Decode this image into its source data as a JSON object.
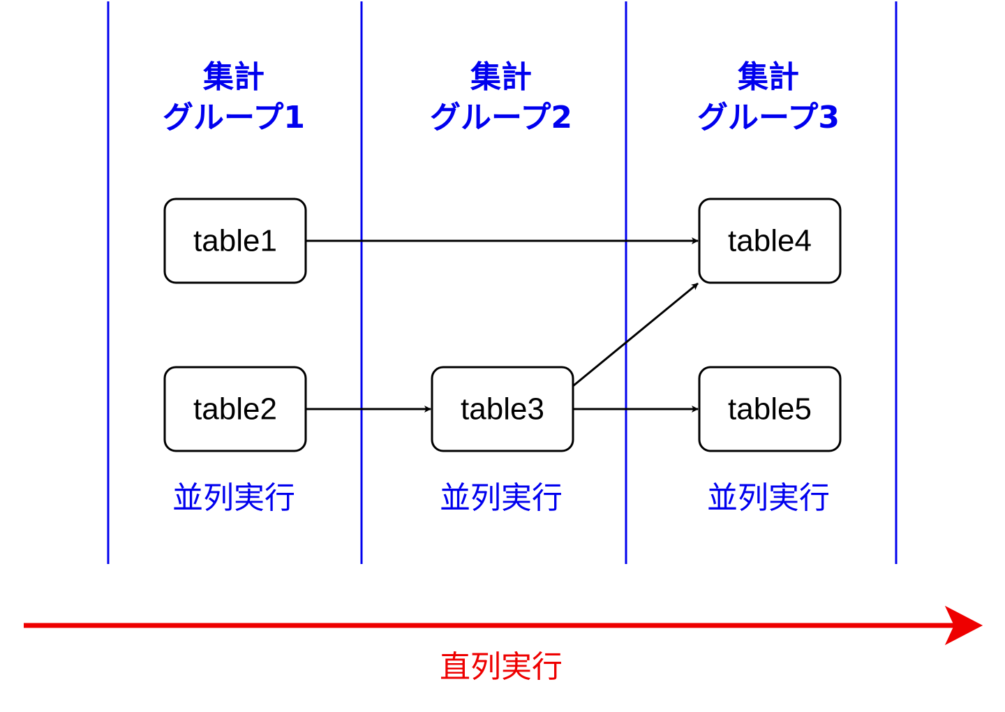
{
  "groups": [
    {
      "title_line1": "集計",
      "title_line2": "グループ1",
      "parallel_label": "並列実行"
    },
    {
      "title_line1": "集計",
      "title_line2": "グループ2",
      "parallel_label": "並列実行"
    },
    {
      "title_line1": "集計",
      "title_line2": "グループ3",
      "parallel_label": "並列実行"
    }
  ],
  "tables": [
    {
      "id": "table1",
      "label": "table1"
    },
    {
      "id": "table2",
      "label": "table2"
    },
    {
      "id": "table3",
      "label": "table3"
    },
    {
      "id": "table4",
      "label": "table4"
    },
    {
      "id": "table5",
      "label": "table5"
    }
  ],
  "edges": [
    {
      "from": "table1",
      "to": "table4"
    },
    {
      "from": "table2",
      "to": "table3"
    },
    {
      "from": "table3",
      "to": "table4"
    },
    {
      "from": "table3",
      "to": "table5"
    }
  ],
  "serial_label": "直列実行",
  "colors": {
    "group_accent": "#0000ee",
    "serial_accent": "#ee0000",
    "node_stroke": "#000000",
    "edge": "#000000"
  }
}
